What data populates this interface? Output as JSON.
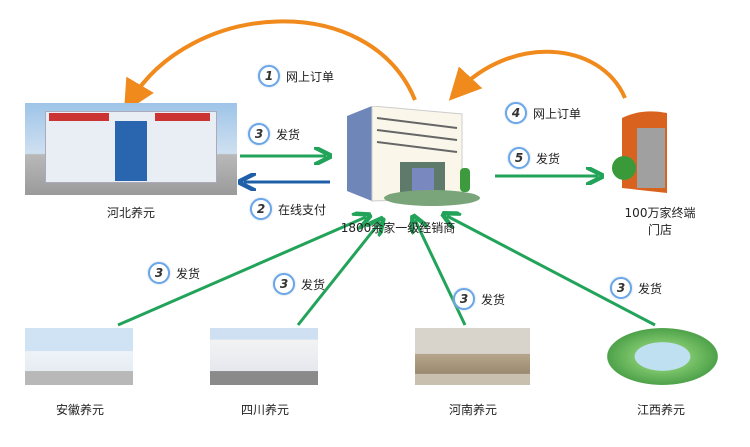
{
  "nodes": {
    "hebei": "河北养元",
    "center": "1800余家一级经销商",
    "store_line1": "100万家终端",
    "store_line2": "门店",
    "anhui": "安徽养元",
    "sichuan": "四川养元",
    "henan": "河南养元",
    "jiangxi": "江西养元"
  },
  "steps": [
    {
      "num": "1",
      "text": "网上订单"
    },
    {
      "num": "3",
      "text": "发货"
    },
    {
      "num": "2",
      "text": "在线支付"
    },
    {
      "num": "4",
      "text": "网上订单"
    },
    {
      "num": "5",
      "text": "发货"
    },
    {
      "num": "3",
      "text": "发货"
    },
    {
      "num": "3",
      "text": "发货"
    },
    {
      "num": "3",
      "text": "发货"
    },
    {
      "num": "3",
      "text": "发货"
    }
  ],
  "colors": {
    "orange": "#f08a1c",
    "green": "#22a35a",
    "blue": "#1f5fa8",
    "badge": "#6aa6e8"
  }
}
